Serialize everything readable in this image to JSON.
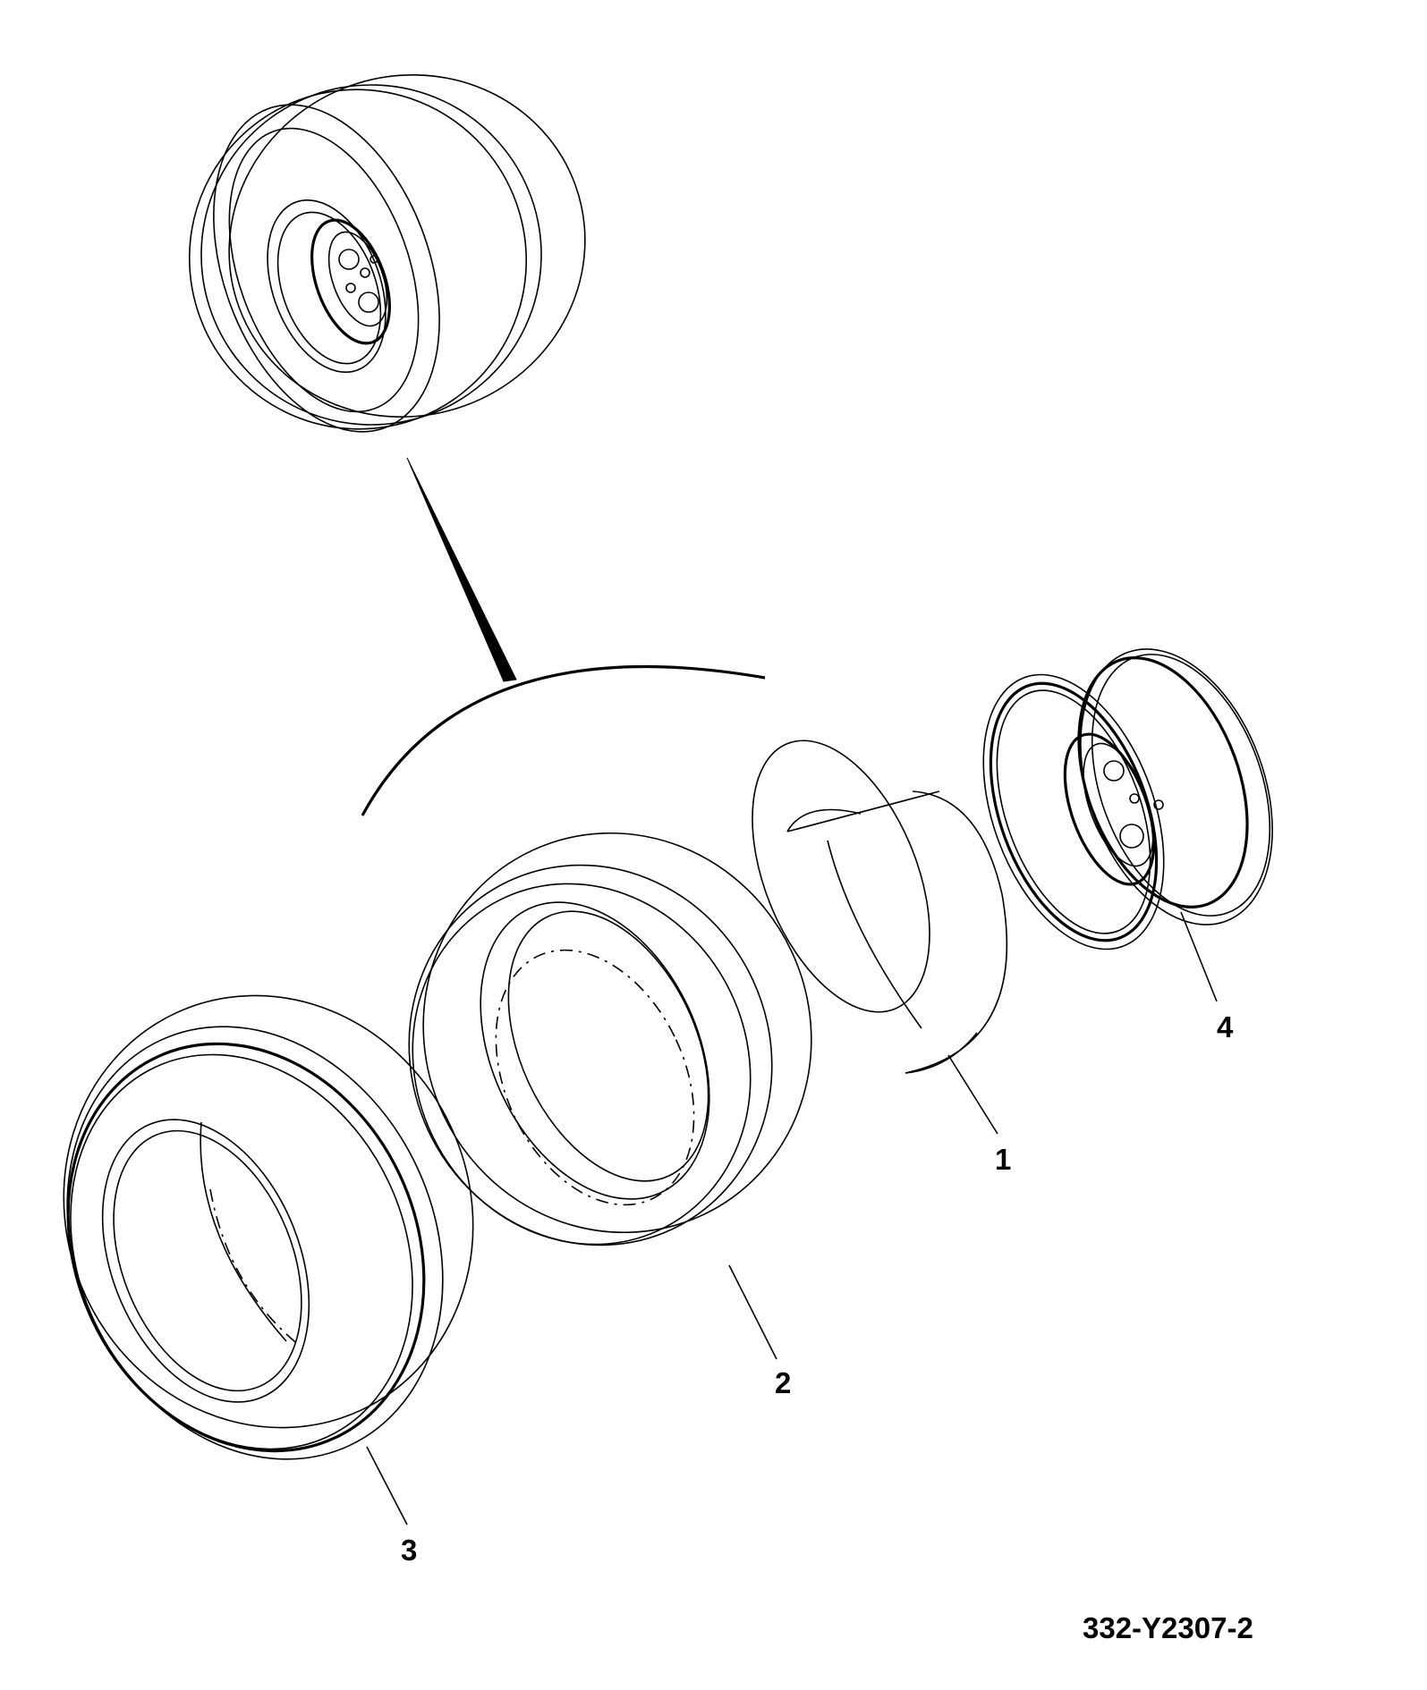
{
  "callouts": {
    "c1": "1",
    "c2": "2",
    "c3": "3",
    "c4": "4"
  },
  "figure_number": "332-Y2307-2",
  "colors": {
    "line": "#000000",
    "background": "#ffffff"
  }
}
